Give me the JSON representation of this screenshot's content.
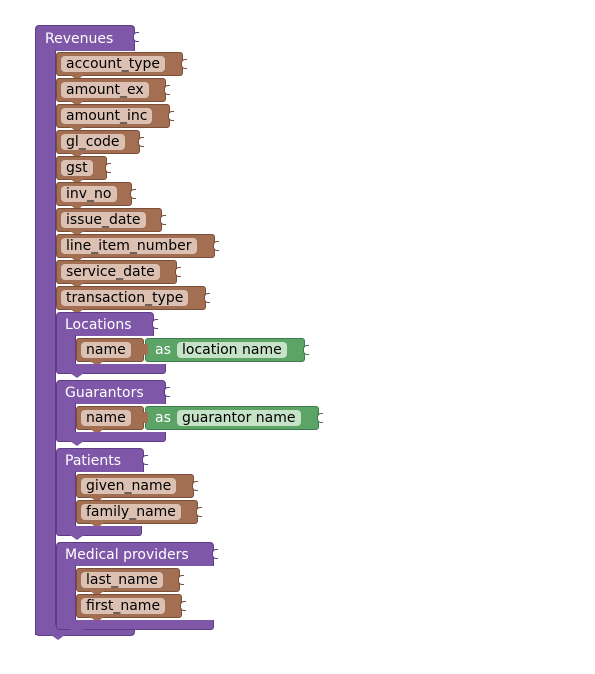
{
  "workspace": {
    "colors": {
      "container": "#7e57a8",
      "field_block": "#a36f53",
      "field_label_bg": "#dcc1b3",
      "alias_block": "#5ba466",
      "alias_label_bg": "#c6e3c8"
    },
    "root": {
      "title": "Revenues",
      "fields": [
        "account_type",
        "amount_ex",
        "amount_inc",
        "gl_code",
        "gst",
        "inv_no",
        "issue_date",
        "line_item_number",
        "service_date",
        "transaction_type"
      ],
      "groups": [
        {
          "title": "Locations",
          "fields": [
            {
              "name": "name",
              "as_label": "as",
              "alias": "location name"
            }
          ]
        },
        {
          "title": "Guarantors",
          "fields": [
            {
              "name": "name",
              "as_label": "as",
              "alias": "guarantor name"
            }
          ]
        },
        {
          "title": "Patients",
          "fields": [
            {
              "name": "given_name"
            },
            {
              "name": "family_name"
            }
          ]
        },
        {
          "title": "Medical providers",
          "fields": [
            {
              "name": "last_name"
            },
            {
              "name": "first_name"
            }
          ]
        }
      ]
    }
  }
}
